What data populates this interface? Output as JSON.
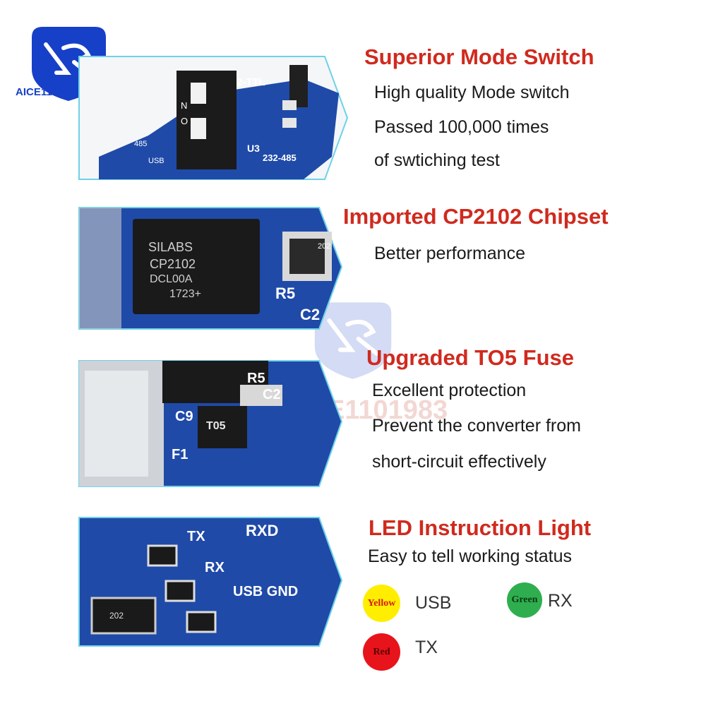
{
  "brand": {
    "logo_text": "AICE1101983",
    "watermark_text": "ICE1101983",
    "color": "#1740c8"
  },
  "sections": [
    {
      "title": "Superior Mode Switch",
      "lines": [
        "High quality Mode switch",
        "Passed 100,000 times",
        "of swtiching test"
      ],
      "board_labels": [
        "2-TTL",
        "U3",
        "232-485",
        "485",
        "USB",
        "N",
        "O"
      ]
    },
    {
      "title": "Imported CP2102 Chipset",
      "lines": [
        "Better performance"
      ],
      "board_labels": [
        "SILABS",
        "CP2102",
        "DCL00A",
        "1723+",
        "R5",
        "C2",
        "202"
      ]
    },
    {
      "title": "Upgraded TO5 Fuse",
      "lines": [
        "Excellent protection",
        "Prevent the converter from",
        "short-circuit effectively"
      ],
      "board_labels": [
        "R5",
        "C2",
        "C9",
        "T05",
        "F1"
      ]
    },
    {
      "title": "LED Instruction Light",
      "lines": [
        "Easy to tell working status"
      ],
      "board_labels": [
        "TX",
        "RXD",
        "RX",
        "USB GND",
        "202"
      ]
    }
  ],
  "legend": [
    {
      "dot_label": "Yellow",
      "text": "USB",
      "color": "#ffee00",
      "text_color": "#d41b10"
    },
    {
      "dot_label": "Green",
      "text": "RX",
      "color": "#2fae4f",
      "text_color": "#0b3a12"
    },
    {
      "dot_label": "Red",
      "text": "TX",
      "color": "#e8141b",
      "text_color": "#5a0000"
    }
  ],
  "colors": {
    "title": "#d02a1e",
    "pcb": "#1f4aa8",
    "frame": "#6fd2e8"
  }
}
